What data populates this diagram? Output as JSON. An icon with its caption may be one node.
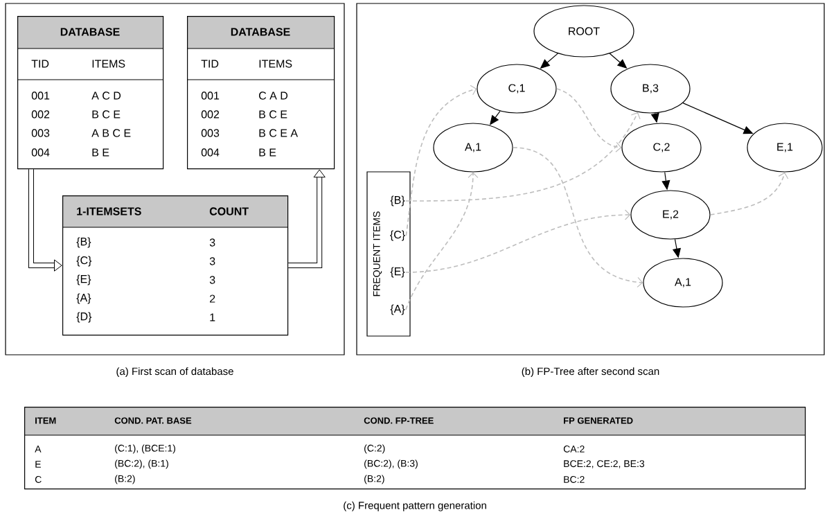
{
  "diagram": {
    "nodes": [
      {
        "text": [],
        "shape": "box",
        "beside": [
          "(a) First scan of database"
        ]
      },
      {
        "text": [
          "DATABASE",
          "TID",
          "ITEMS",
          "001",
          "A C D",
          "002",
          "B C E",
          "003",
          "A B C E",
          "004",
          "B E"
        ],
        "in": 0
      },
      {
        "text": [
          "DATABASE",
          "TID",
          "ITEMS",
          "001",
          "C A D",
          "002",
          "B C E",
          "003",
          "B C E A",
          "004",
          "B E"
        ],
        "in": 0
      },
      {
        "text": [
          "1-ITEMSETS",
          "COUNT",
          "{B}",
          "3",
          "{C}",
          "3",
          "{E}",
          "3",
          "{A}",
          "2",
          "{D}",
          "1"
        ],
        "in": 0
      },
      {
        "text": [],
        "shape": "box",
        "beside": [
          "(b) FP-Tree after second scan"
        ]
      },
      {
        "text": [
          "ROOT"
        ],
        "in": 4
      },
      {
        "text": [
          "C,1"
        ],
        "in": 4
      },
      {
        "text": [
          "B,3"
        ],
        "in": 4
      },
      {
        "text": [
          "A,1"
        ],
        "in": 4
      },
      {
        "text": [
          "C,2"
        ],
        "in": 4
      },
      {
        "text": [
          "E,1"
        ],
        "in": 4
      },
      {
        "text": [
          "E,2"
        ],
        "in": 4
      },
      {
        "text": [
          "A,1"
        ],
        "in": 4
      },
      {
        "text": [
          "FREQUENT ITEMS"
        ],
        "in": 4
      },
      {
        "text": [
          "{B}"
        ],
        "in": 13
      },
      {
        "text": [
          "{C}"
        ],
        "in": 13
      },
      {
        "text": [
          "{E}"
        ],
        "in": 13
      },
      {
        "text": [
          "{A}"
        ],
        "in": 13
      },
      {
        "text": [
          "ITEM",
          "COND. PAT. BASE",
          "COND. FP-TREE",
          "FP GENERATED",
          "A",
          "(C:1), (BCE:1)",
          "(C:2)",
          "CA:2",
          "E",
          "(BC:2), (B:1)",
          "(BC:2), (B:3)",
          "BCE:2, CE:2, BE:3",
          "C",
          "(B:2)",
          "(B:2)",
          "BC:2"
        ],
        "beside": [
          "(c) Frequent pattern generation"
        ]
      }
    ],
    "edges": [
      {
        "from": 1,
        "to": 3,
        "arrow": "to",
        "style": "thick"
      },
      {
        "from": 3,
        "to": 2,
        "arrow": "to",
        "style": "thick"
      },
      {
        "from": 5,
        "to": 6,
        "arrow": "to"
      },
      {
        "from": 5,
        "to": 7,
        "arrow": "to"
      },
      {
        "from": 6,
        "to": 8,
        "arrow": "to"
      },
      {
        "from": 7,
        "to": 9,
        "arrow": "to"
      },
      {
        "from": 7,
        "to": 10,
        "arrow": "to"
      },
      {
        "from": 9,
        "to": 11,
        "arrow": "to"
      },
      {
        "from": 11,
        "to": 12,
        "arrow": "to"
      },
      {
        "from": 14,
        "to": 7,
        "arrow": "to",
        "style": "dashed",
        "color": "#bdbdbd"
      },
      {
        "from": 15,
        "to": 6,
        "arrow": "to",
        "style": "dashed",
        "color": "#bdbdbd"
      },
      {
        "from": 6,
        "to": 9,
        "arrow": "to",
        "style": "dashed",
        "color": "#bdbdbd"
      },
      {
        "from": 16,
        "to": 11,
        "arrow": "to",
        "style": "dashed",
        "color": "#bdbdbd"
      },
      {
        "from": 11,
        "to": 10,
        "arrow": "to",
        "style": "dashed",
        "color": "#bdbdbd"
      },
      {
        "from": 17,
        "to": 8,
        "arrow": "to",
        "style": "dashed",
        "color": "#bdbdbd"
      },
      {
        "from": 8,
        "to": 12,
        "arrow": "to",
        "style": "dashed",
        "color": "#bdbdbd"
      }
    ]
  }
}
